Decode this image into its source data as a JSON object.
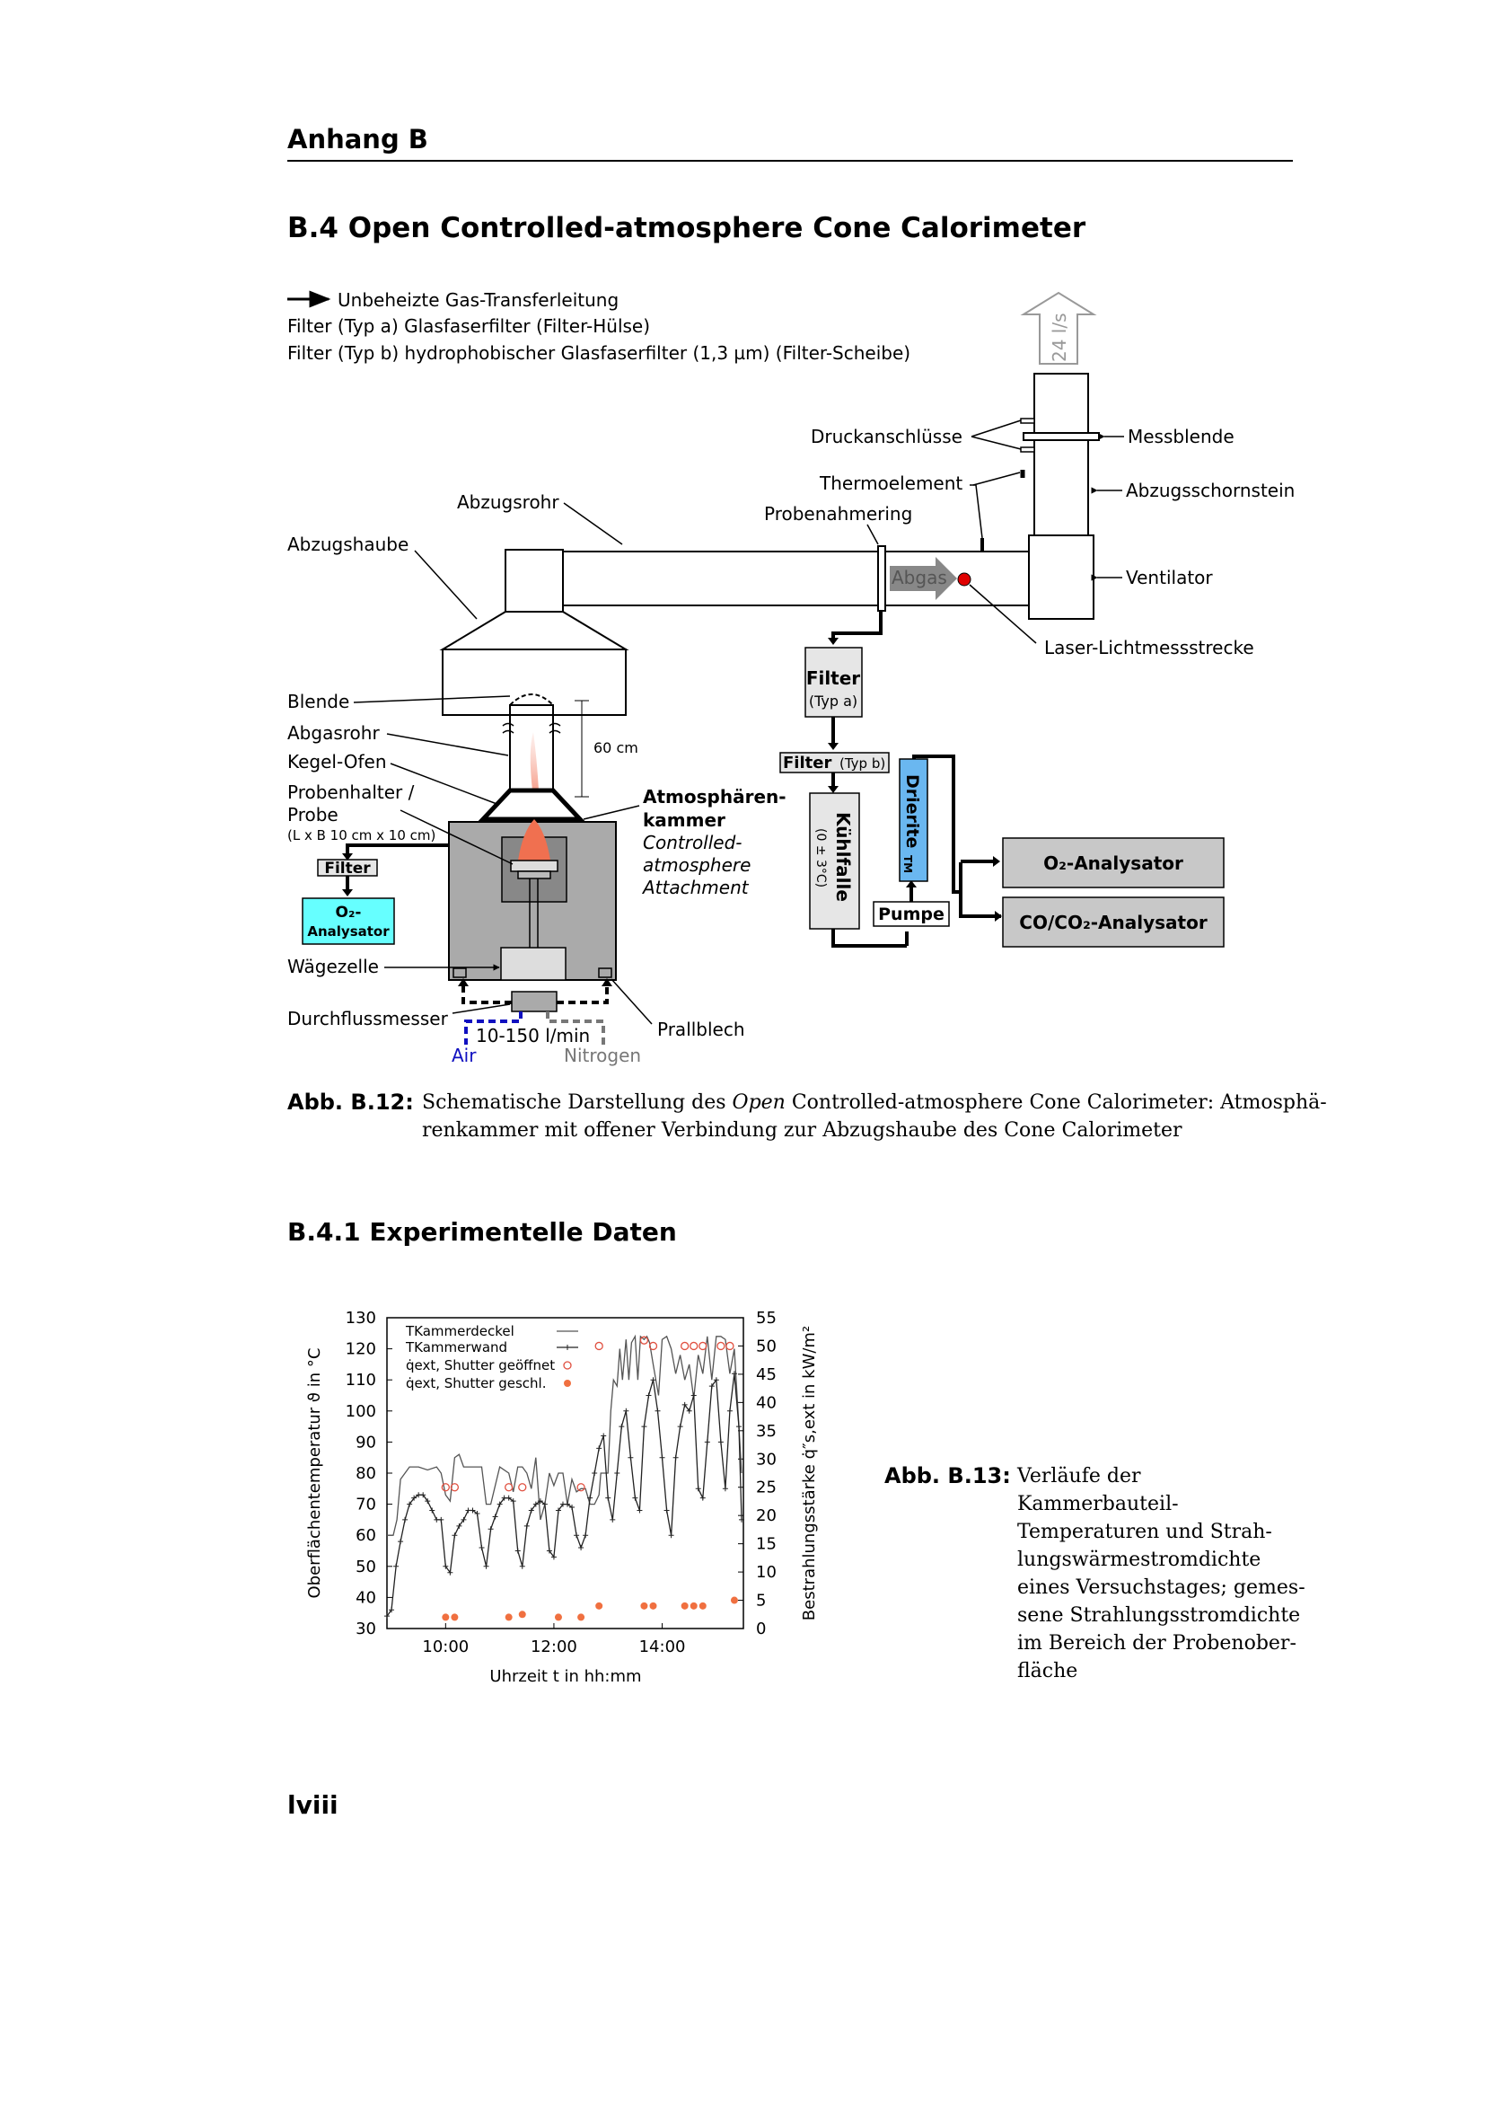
{
  "header": "Anhang B",
  "section": "B.4  Open Controlled-atmosphere Cone Calorimeter",
  "diagram": {
    "legend": [
      "Unbeheizte Gas-Transferleitung",
      "Filter (Typ a) Glasfaserfilter (Filter-Hülse)",
      "Filter (Typ b) hydrophobischer Glasfaserfilter (1,3 µm) (Filter-Scheibe)"
    ],
    "flow_rate": "24 l/s",
    "druckanschluesse": "Druckanschlüsse",
    "messblende": "Messblende",
    "thermoelement": "Thermoelement",
    "abzugsschornstein": "Abzugsschornstein",
    "abzugsrohr": "Abzugsrohr",
    "probenahmering": "Probenahmering",
    "abzugshaube": "Abzugshaube",
    "abgas": "Abgas",
    "ventilator": "Ventilator",
    "laser": "Laser-Lichtmessstrecke",
    "filter": "Filter",
    "typ_a": "(Typ a)",
    "typ_b": "(Typ b)",
    "blende": "Blende",
    "abgasrohr": "Abgasrohr",
    "distance": "60 cm",
    "kegel_ofen": "Kegel-Ofen",
    "probenhalter": "Probenhalter /",
    "probe": "Probe",
    "probe_dims": "(L x B 10 cm x 10 cm)",
    "atmo_line1": "Atmosphären-",
    "atmo_line2": "kammer",
    "atmo_it1": "Controlled-",
    "atmo_it2": "atmosphere",
    "atmo_it3": "Attachment",
    "kuehlfalle": "Kühlfalle",
    "kuehl_temp": "(0 ± 3°C)",
    "drierite": "Drierite",
    "tm": "TM",
    "pumpe": "Pumpe",
    "o2_analysator": "O₂-Analysator",
    "co_analysator": "CO/CO₂-Analysator",
    "o2_small_1": "O₂-",
    "o2_small_2": "Analysator",
    "waegezelle": "Wägezelle",
    "durchflussmesser": "Durchflussmesser",
    "flow_range": "10-150 l/min",
    "air": "Air",
    "nitrogen": "Nitrogen",
    "prallblech": "Prallblech",
    "colors": {
      "cyan": "#66ffff",
      "blue_box": "#6ab7f0",
      "grey": "#b0b0b0",
      "flame": "#f07050",
      "laser": "#e00000",
      "air": "#1010c0"
    }
  },
  "fig12": {
    "label": "Abb. B.12:",
    "text_1a": "Schematische Darstellung des ",
    "text_1b": "Open",
    "text_1c": " Controlled-atmosphere Cone Calorimeter: Atmosphä-",
    "text_2": "renkammer mit offener Verbindung zur Abzugshaube des Cone Calorimeter"
  },
  "subsection": "B.4.1  Experimentelle Daten",
  "chart_data": {
    "type": "line",
    "xlabel": "Uhrzeit t in hh:mm",
    "ylabel_left": "Oberflächentemperatur ϑ in °C",
    "ylabel_right": "Bestrahlungsstärke q̇″s,ext in kW/m²",
    "x_ticks": [
      "10:00",
      "12:00",
      "14:00"
    ],
    "y_left_ticks": [
      30,
      40,
      50,
      60,
      70,
      80,
      90,
      100,
      110,
      120,
      130
    ],
    "y_right_ticks": [
      0,
      5,
      10,
      15,
      20,
      25,
      30,
      35,
      40,
      45,
      50,
      55
    ],
    "xlim": [
      "08:55",
      "15:30"
    ],
    "ylim_left": [
      30,
      130
    ],
    "ylim_right": [
      0,
      55
    ],
    "legend": [
      "TKammerdeckel",
      "TKammerwand",
      "q̇ext, Shutter geöffnet",
      "q̇ext, Shutter geschl."
    ],
    "series": [
      {
        "name": "TKammerdeckel",
        "x": [
          "08:55",
          "09:02",
          "09:06",
          "09:10",
          "09:20",
          "09:30",
          "09:40",
          "09:50",
          "09:55",
          "10:00",
          "10:05",
          "10:10",
          "10:15",
          "10:20",
          "10:25",
          "10:30",
          "10:35",
          "10:40",
          "10:45",
          "10:50",
          "11:00",
          "11:10",
          "11:15",
          "11:20",
          "11:25",
          "11:30",
          "11:35",
          "11:40",
          "11:45",
          "11:50",
          "11:55",
          "12:00",
          "12:05",
          "12:10",
          "12:15",
          "12:20",
          "12:25",
          "12:30",
          "12:35",
          "12:40",
          "12:45",
          "12:50",
          "12:52",
          "12:55",
          "13:00",
          "13:03",
          "13:06",
          "13:10",
          "13:13",
          "13:16",
          "13:20",
          "13:23",
          "13:26",
          "13:30",
          "13:33",
          "13:36",
          "13:40",
          "13:43",
          "13:46",
          "13:50",
          "13:53",
          "13:56",
          "14:00",
          "14:05",
          "14:10",
          "14:15",
          "14:20",
          "14:25",
          "14:30",
          "14:35",
          "14:40",
          "14:45",
          "14:50",
          "14:55",
          "15:00",
          "15:05",
          "15:10",
          "15:15",
          "15:20",
          "15:25",
          "15:28"
        ],
        "values": [
          60,
          60,
          65,
          78,
          82,
          82,
          81,
          82,
          80,
          73,
          71,
          85,
          86,
          82,
          82,
          82,
          82,
          82,
          70,
          70,
          82,
          80,
          74,
          82,
          82,
          80,
          75,
          85,
          65,
          70,
          80,
          76,
          80,
          80,
          70,
          78,
          74,
          75,
          75,
          70,
          70,
          73,
          80,
          80,
          80,
          100,
          110,
          108,
          120,
          110,
          123,
          110,
          122,
          124,
          110,
          124,
          123,
          124,
          122,
          115,
          110,
          105,
          123,
          124,
          120,
          112,
          118,
          110,
          115,
          104,
          118,
          112,
          124,
          110,
          124,
          124,
          123,
          112,
          120,
          95,
          80
        ],
        "color": "#555555"
      },
      {
        "name": "TKammerwand",
        "x": [
          "08:55",
          "09:00",
          "09:05",
          "09:10",
          "09:15",
          "09:20",
          "09:25",
          "09:30",
          "09:35",
          "09:40",
          "09:45",
          "09:50",
          "09:55",
          "10:00",
          "10:05",
          "10:10",
          "10:15",
          "10:20",
          "10:25",
          "10:30",
          "10:35",
          "10:40",
          "10:45",
          "10:50",
          "10:55",
          "11:00",
          "11:05",
          "11:10",
          "11:15",
          "11:20",
          "11:25",
          "11:30",
          "11:35",
          "11:40",
          "11:45",
          "11:50",
          "11:55",
          "12:00",
          "12:05",
          "12:10",
          "12:15",
          "12:20",
          "12:25",
          "12:30",
          "12:35",
          "12:40",
          "12:45",
          "12:50",
          "12:55",
          "13:00",
          "13:05",
          "13:10",
          "13:15",
          "13:20",
          "13:25",
          "13:30",
          "13:35",
          "13:40",
          "13:45",
          "13:50",
          "13:55",
          "14:00",
          "14:05",
          "14:10",
          "14:15",
          "14:20",
          "14:25",
          "14:30",
          "14:35",
          "14:40",
          "14:45",
          "14:50",
          "14:55",
          "15:00",
          "15:05",
          "15:10",
          "15:15",
          "15:20",
          "15:25",
          "15:28"
        ],
        "values": [
          34,
          36,
          50,
          58,
          65,
          70,
          72,
          73,
          73,
          71,
          68,
          65,
          65,
          50,
          48,
          60,
          63,
          65,
          68,
          68,
          67,
          56,
          50,
          62,
          66,
          70,
          72,
          72,
          71,
          55,
          50,
          63,
          68,
          70,
          71,
          70,
          55,
          53,
          68,
          70,
          70,
          69,
          60,
          56,
          60,
          72,
          80,
          88,
          92,
          72,
          65,
          80,
          95,
          100,
          85,
          72,
          68,
          95,
          105,
          110,
          100,
          85,
          68,
          60,
          85,
          95,
          102,
          100,
          105,
          75,
          72,
          90,
          108,
          110,
          90,
          75,
          100,
          112,
          95,
          65
        ],
        "color": "#222222"
      },
      {
        "name": "q̇ext, Shutter geöffnet",
        "x": [
          "10:00",
          "10:10",
          "11:10",
          "11:25",
          "12:30",
          "12:50",
          "13:40",
          "13:50",
          "14:25",
          "14:35",
          "14:45",
          "15:05",
          "15:15"
        ],
        "values": [
          25,
          25,
          25,
          25,
          25,
          50,
          51,
          50,
          50,
          50,
          50,
          50,
          50
        ],
        "color": "#e05040"
      },
      {
        "name": "q̇ext, Shutter geschl.",
        "x": [
          "10:00",
          "10:10",
          "11:10",
          "11:25",
          "12:05",
          "12:30",
          "12:50",
          "13:40",
          "13:50",
          "14:25",
          "14:35",
          "14:45",
          "15:20"
        ],
        "values": [
          2,
          2,
          2,
          2.5,
          2,
          2,
          4,
          4,
          4,
          4,
          4,
          4,
          5
        ],
        "color": "#f07040"
      }
    ]
  },
  "fig13": {
    "label": "Abb. B.13:",
    "lines": [
      "Verläufe der",
      "Kammerbauteil-",
      "Temperaturen und Strah-",
      "lungswärmestromdichte",
      "eines Versuchstages; gemes-",
      "sene Strahlungsstromdichte",
      "im Bereich der Probenober-",
      "fläche"
    ]
  },
  "page_number": "lviii"
}
